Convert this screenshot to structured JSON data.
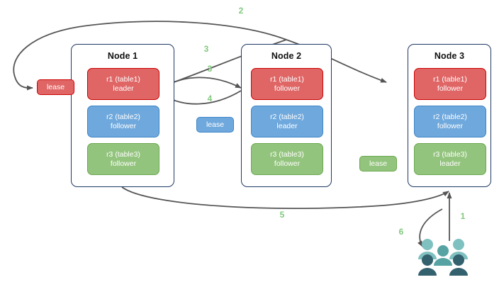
{
  "diagram": {
    "title": "",
    "colors": {
      "red_fill": "#e06666",
      "red_stroke": "#cc0000",
      "blue_fill": "#6fa8dc",
      "blue_stroke": "#3d85c6",
      "green_fill": "#93c47d",
      "green_stroke": "#6aa84f",
      "node_border": "#1f3864",
      "edge": "#555555",
      "step_label": "#82c97e",
      "people_light": "#7fc0c0",
      "people_dark": "#34616e"
    }
  },
  "nodes": [
    {
      "title": "Node 1",
      "ranges": [
        {
          "line1": "r1 (table1)",
          "line2": "leader",
          "color": "red"
        },
        {
          "line1": "r2 (table2)",
          "line2": "follower",
          "color": "blue"
        },
        {
          "line1": "r3 (table3)",
          "line2": "follower",
          "color": "green"
        }
      ]
    },
    {
      "title": "Node 2",
      "ranges": [
        {
          "line1": "r1 (table1)",
          "line2": "follower",
          "color": "red"
        },
        {
          "line1": "r2 (table2)",
          "line2": "leader",
          "color": "blue"
        },
        {
          "line1": "r3 (table3)",
          "line2": "follower",
          "color": "green"
        }
      ]
    },
    {
      "title": "Node 3",
      "ranges": [
        {
          "line1": "r1 (table1)",
          "line2": "follower",
          "color": "red"
        },
        {
          "line1": "r2 (table2)",
          "line2": "follower",
          "color": "blue"
        },
        {
          "line1": "r3 (table3)",
          "line2": "leader",
          "color": "green"
        }
      ]
    }
  ],
  "leases": [
    {
      "label": "lease",
      "color": "red"
    },
    {
      "label": "lease",
      "color": "blue"
    },
    {
      "label": "lease",
      "color": "green"
    }
  ],
  "steps": [
    {
      "label": "1"
    },
    {
      "label": "2"
    },
    {
      "label": "3"
    },
    {
      "label": "3"
    },
    {
      "label": "4"
    },
    {
      "label": "5"
    },
    {
      "label": "6"
    }
  ],
  "actors": {
    "name": "clients"
  }
}
